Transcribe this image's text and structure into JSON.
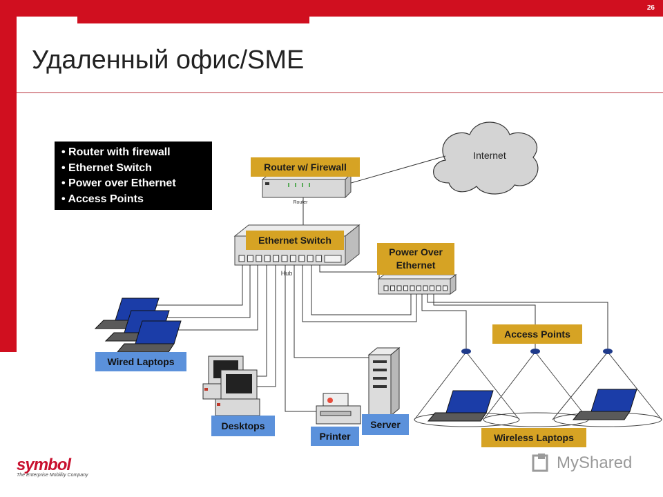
{
  "slide": {
    "page_number": "26",
    "title": "Удаленный офис/SME"
  },
  "features": [
    "Router with firewall",
    "Ethernet Switch",
    "Power over Ethernet",
    "Access Points"
  ],
  "labels": {
    "router": "Router w/ Firewall",
    "switch": "Ethernet Switch",
    "poe": "Power Over Ethernet",
    "access_points": "Access Points",
    "wired_laptops": "Wired Laptops",
    "desktops": "Desktops",
    "printer": "Printer",
    "server": "Server",
    "wireless_laptops": "Wireless Laptops"
  },
  "device_text": {
    "internet": "Internet",
    "router_small": "Router",
    "hub_small": "Hub"
  },
  "footer": {
    "logo": "symbol",
    "tagline": "The Enterprise Mobility Company",
    "watermark": "MyShared"
  },
  "colors": {
    "brand_red": "#d00f1f",
    "gold_label": "#d6a324",
    "blue_label": "#5b91db"
  }
}
